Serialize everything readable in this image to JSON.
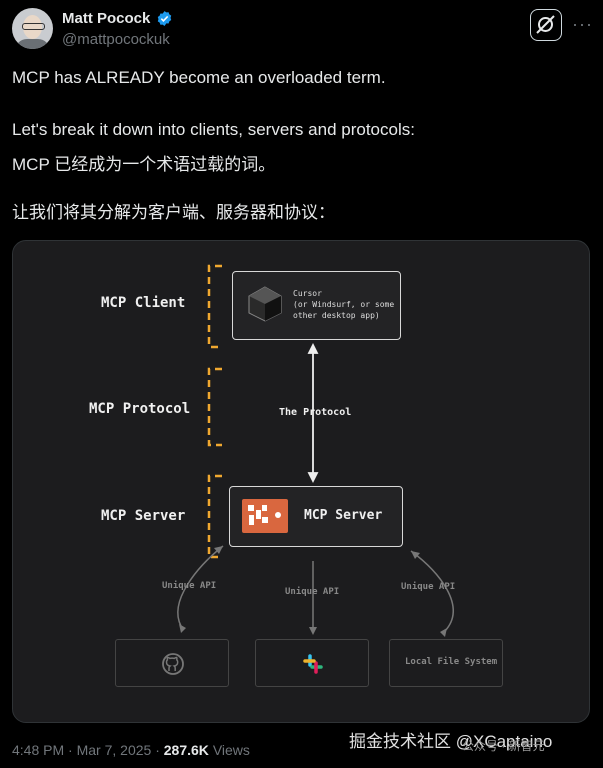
{
  "author": {
    "name": "Matt Pocock",
    "handle": "@mattpocockuk"
  },
  "tweet": {
    "line1": "MCP has ALREADY become an overloaded term.",
    "line2": "Let's break it down into clients, servers and protocols:",
    "line3": "MCP 已经成为一个术语过载的词。",
    "line4": "让我们将其分解为客户端、服务器和协议："
  },
  "diagram": {
    "client_label": "MCP Client",
    "protocol_label": "MCP Protocol",
    "server_label": "MCP Server",
    "client_box_title": "Cursor",
    "client_box_line2": "(or Windsurf, or some",
    "client_box_line3": "other desktop app)",
    "protocol_text": "The Protocol",
    "server_box_text": "MCP Server",
    "api_left": "Unique API",
    "api_mid": "Unique API",
    "api_right": "Unique API",
    "resource_right": "Local File System",
    "accent_color": "#f0a830",
    "server_icon_color": "#d9673f"
  },
  "footer": {
    "time": "4:48 PM",
    "date": "Mar 7, 2025",
    "views_count": "287.6K",
    "views_label": "Views",
    "watermark": "掘金技术社区 @XCaptaino",
    "watermark2": "公众号 · 新智元"
  }
}
